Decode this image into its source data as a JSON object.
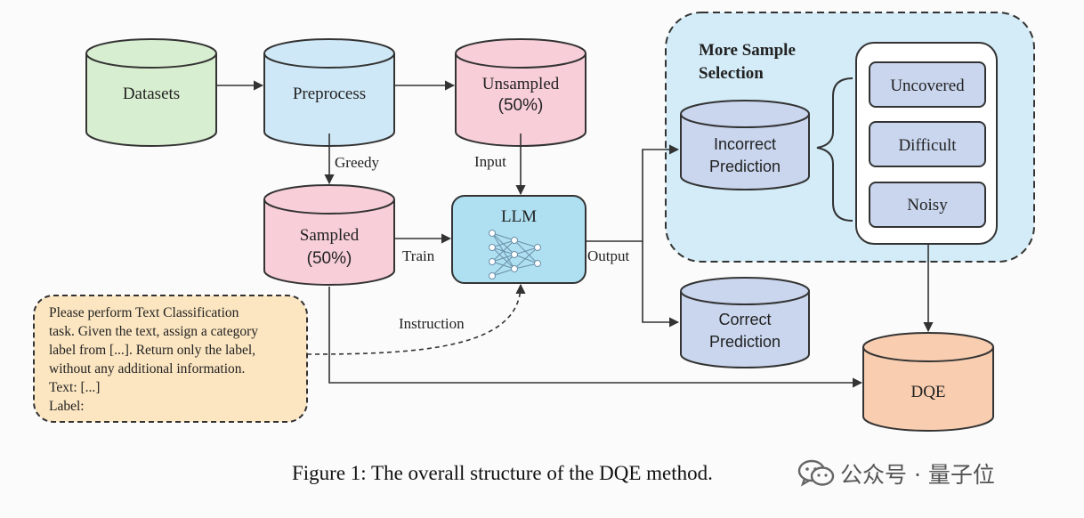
{
  "nodes": {
    "datasets": "Datasets",
    "preprocess": "Preprocess",
    "unsampled": [
      "Unsampled",
      "(50%)"
    ],
    "sampled": [
      "Sampled",
      "(50%)"
    ],
    "llm": "LLM",
    "incorrect": [
      "Incorrect",
      "Prediction"
    ],
    "correct": [
      "Correct",
      "Prediction"
    ],
    "dqe": "DQE"
  },
  "edges": {
    "greedy": "Greedy",
    "input": "Input",
    "train": "Train",
    "output": "Output",
    "instruction": "Instruction"
  },
  "selection": {
    "title": [
      "More Sample",
      "Selection"
    ],
    "items": [
      "Uncovered",
      "Difficult",
      "Noisy"
    ]
  },
  "prompt": {
    "lines": [
      "Please perform Text Classification",
      "task. Given the text, assign a category",
      "label from [...]. Return only the label,",
      "without any additional information.",
      "Text: [...]",
      "Label:"
    ]
  },
  "caption": "Figure 1: The overall structure of the DQE method.",
  "watermark": "公众号 · 量子位",
  "colors": {
    "green": "#d8eed0",
    "blue": "#cfe8f7",
    "pink": "#f8cfd8",
    "llm": "#aee0f2",
    "lavender": "#c9d6ee",
    "dqe": "#f8cdb0",
    "prompt": "#fce6c1",
    "selection_bg": "#d3ecf8"
  }
}
